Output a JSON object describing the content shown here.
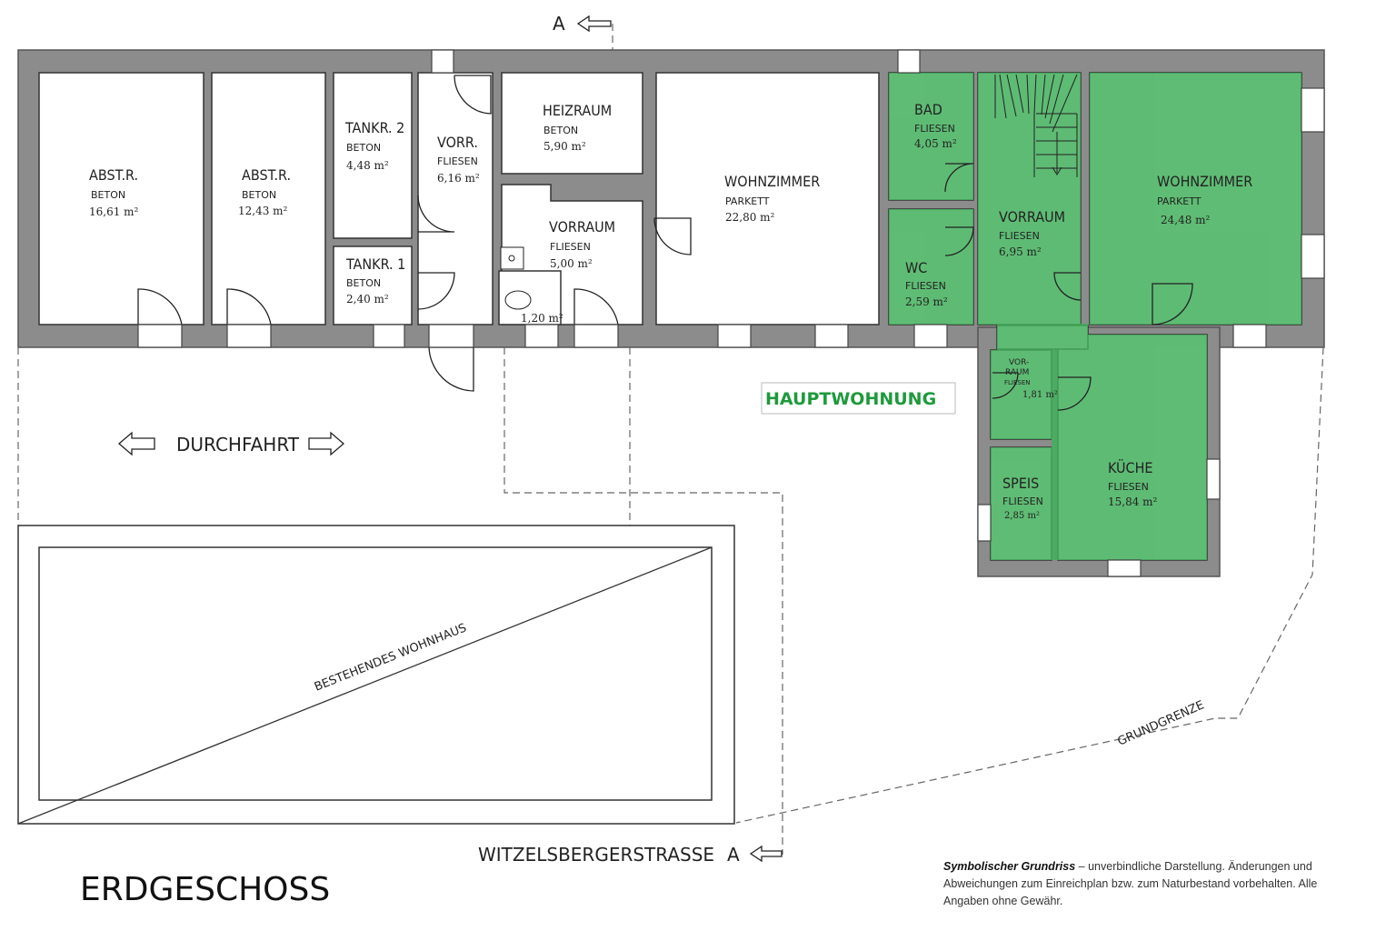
{
  "title": "ERDGESCHOSS",
  "street": "WITZELSBERGERSTRASSE",
  "section_marker": "A",
  "driveway": "DURCHFAHRT",
  "existing_house": "BESTEHENDES WOHNHAUS",
  "boundary": "GRUNDGRENZE",
  "main_unit_label": "HAUPTWOHNUNG",
  "main_unit_color": "#43b05c",
  "rooms": [
    {
      "name": "ABST.R.",
      "material": "BETON",
      "area": "16,61 m²"
    },
    {
      "name": "ABST.R.",
      "material": "BETON",
      "area": "12,43 m²"
    },
    {
      "name": "TANKR. 2",
      "material": "BETON",
      "area": "4,48 m²"
    },
    {
      "name": "TANKR. 1",
      "material": "BETON",
      "area": "2,40 m²"
    },
    {
      "name": "VORR.",
      "material": "FLIESEN",
      "area": "6,16 m²"
    },
    {
      "name": "HEIZRAUM",
      "material": "BETON",
      "area": "5,90 m²"
    },
    {
      "name": "VORRAUM",
      "material": "FLIESEN",
      "area": "5,00 m²"
    },
    {
      "name": "",
      "material": "",
      "area": "1,20 m²"
    },
    {
      "name": "WOHNZIMMER",
      "material": "PARKETT",
      "area": "22,80 m²"
    },
    {
      "name": "BAD",
      "material": "FLIESEN",
      "area": "4,05 m²"
    },
    {
      "name": "WC",
      "material": "FLIESEN",
      "area": "2,59 m²"
    },
    {
      "name": "VORRAUM",
      "material": "FLIESEN",
      "area": "6,95 m²"
    },
    {
      "name": "WOHNZIMMER",
      "material": "PARKETT",
      "area": "24,48 m²"
    },
    {
      "name": "VOR-",
      "name2": "RAUM",
      "material": "FLIESEN",
      "area": "1,81 m²"
    },
    {
      "name": "SPEIS",
      "material": "FLIESEN",
      "area": "2,85 m²"
    },
    {
      "name": "KÜCHE",
      "material": "FLIESEN",
      "area": "15,84 m²"
    }
  ],
  "disclaimer": {
    "lead": "Symbolischer Grundriss",
    "text": " – unverbindliche Darstellung. Änderungen und Abweichungen zum Einreichplan bzw. zum Naturbestand vorbehalten. Alle Angaben ohne Gewähr."
  }
}
